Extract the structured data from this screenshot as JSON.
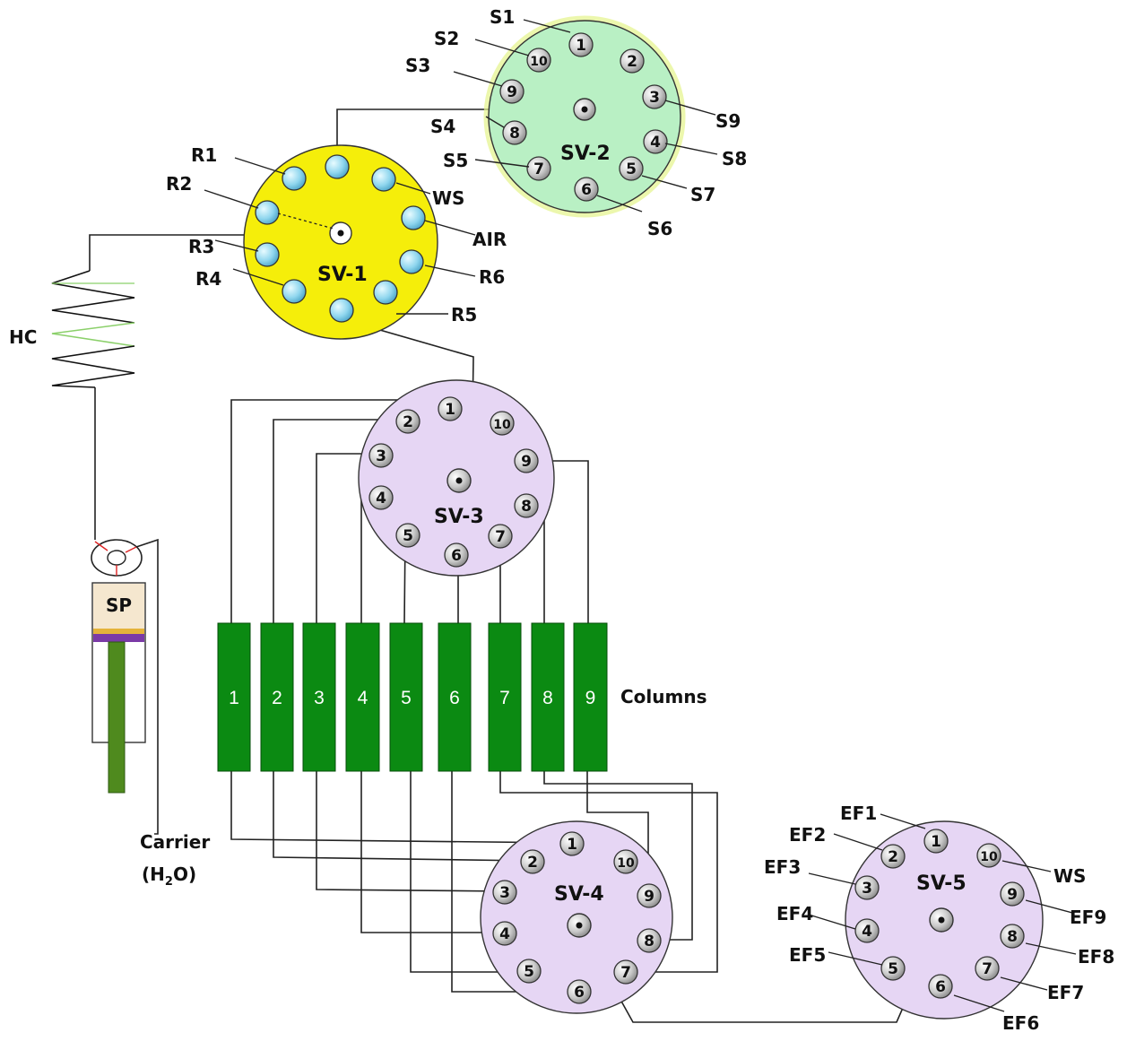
{
  "valves": {
    "sv1": {
      "label": "SV-1",
      "color": "#f5ee0a",
      "port_labels": [
        "R1",
        "R2",
        "R3",
        "R4",
        "R5",
        "R6",
        "AIR",
        "WS"
      ]
    },
    "sv2": {
      "label": "SV-2",
      "color": "#b9f0c4",
      "port_numbers": [
        "1",
        "2",
        "3",
        "4",
        "5",
        "6",
        "7",
        "8",
        "9",
        "10"
      ],
      "port_labels": [
        "S1",
        "S2",
        "S3",
        "S4",
        "S5",
        "S6",
        "S7",
        "S8",
        "S9"
      ]
    },
    "sv3": {
      "label": "SV-3",
      "color": "#e6d6f4",
      "port_numbers": [
        "1",
        "2",
        "3",
        "4",
        "5",
        "6",
        "7",
        "8",
        "9",
        "10"
      ]
    },
    "sv4": {
      "label": "SV-4",
      "color": "#e6d6f4",
      "port_numbers": [
        "1",
        "2",
        "3",
        "4",
        "5",
        "6",
        "7",
        "8",
        "9",
        "10"
      ]
    },
    "sv5": {
      "label": "SV-5",
      "color": "#e6d6f4",
      "port_numbers": [
        "1",
        "2",
        "3",
        "4",
        "5",
        "6",
        "7",
        "8",
        "9",
        "10"
      ],
      "port_labels": [
        "EF1",
        "EF2",
        "EF3",
        "EF4",
        "EF5",
        "EF6",
        "EF7",
        "EF8",
        "EF9",
        "WS"
      ]
    }
  },
  "columns": {
    "labels": [
      "1",
      "2",
      "3",
      "4",
      "5",
      "6",
      "7",
      "8",
      "9"
    ],
    "title": "Columns",
    "color": "#0b8a12"
  },
  "pump": {
    "label": "SP"
  },
  "coil": {
    "label": "HC"
  },
  "carrier": {
    "line1": "Carrier",
    "line2_pre": "(H",
    "line2_sub": "2",
    "line2_post": "O)"
  }
}
